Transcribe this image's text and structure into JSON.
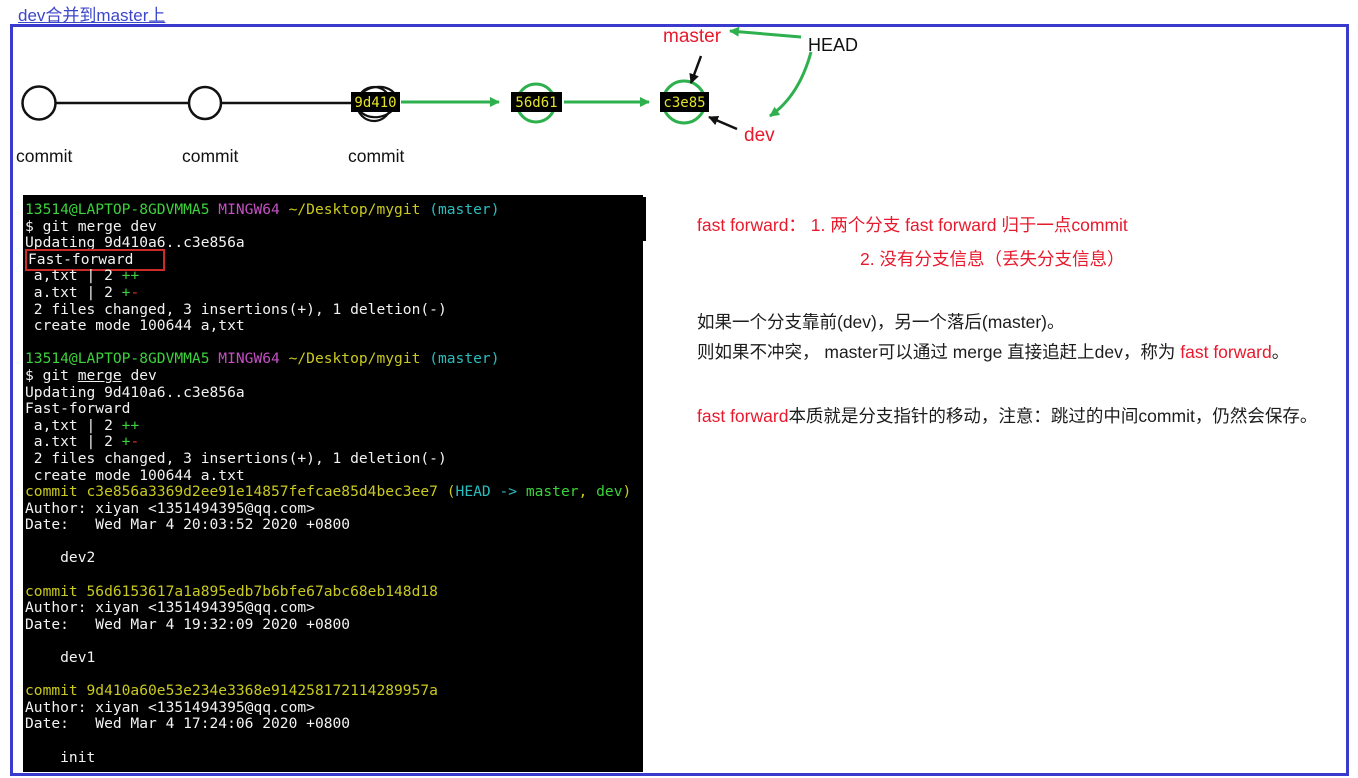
{
  "page": {
    "title": "dev合并到master上"
  },
  "colors": {
    "page_border": "#3a3ace",
    "title_link": "#3c46c8",
    "note_red": "#e8192c",
    "diagram_green": "#2db04d",
    "terminal_background": "#000000",
    "terminal_text": "#f2f2f2",
    "terminal_green": "#3bd23b",
    "terminal_magenta": "#c44fc4",
    "terminal_yellow": "#c9c91f",
    "terminal_cyan": "#2bbdbd",
    "terminal_red": "#e43125",
    "hash_label_bg": "#000000",
    "hash_label_text": "#e3e329",
    "fast_forward_box": "#cd2a2a"
  },
  "diagram": {
    "commit_labels": [
      "commit",
      "commit",
      "commit"
    ],
    "node_hashes": [
      "9d410",
      "56d61",
      "c3e85"
    ],
    "branch_master": "master",
    "branch_dev": "dev",
    "head": "HEAD"
  },
  "terminal": {
    "lines": [
      [
        {
          "t": "13514@LAPTOP-8GDVMMA5 ",
          "c": "green"
        },
        {
          "t": "MINGW64 ",
          "c": "magenta"
        },
        {
          "t": "~/Desktop/mygit ",
          "c": "yellow"
        },
        {
          "t": "(master)",
          "c": "cyan"
        }
      ],
      [
        {
          "t": "$ git merge dev"
        }
      ],
      [
        {
          "t": "Updating 9d410a6..c3e856a"
        }
      ],
      [
        {
          "t": "Fast-forward",
          "box": true
        }
      ],
      [
        {
          "t": " a,txt | 2 "
        },
        {
          "t": "++",
          "c": "green"
        }
      ],
      [
        {
          "t": " a.txt | 2 "
        },
        {
          "t": "+",
          "c": "green"
        },
        {
          "t": "-",
          "c": "red"
        }
      ],
      [
        {
          "t": " 2 files changed, 3 insertions(+), 1 deletion(-)"
        }
      ],
      [
        {
          "t": " create mode 100644 a,txt"
        }
      ],
      [],
      [
        {
          "t": "13514@LAPTOP-8GDVMMA5 ",
          "c": "green"
        },
        {
          "t": "MINGW64 ",
          "c": "magenta"
        },
        {
          "t": "~/Desktop/mygit ",
          "c": "yellow"
        },
        {
          "t": "(master)",
          "c": "cyan"
        }
      ],
      [
        {
          "t": "$ git "
        },
        {
          "t": "merge",
          "u": true
        },
        {
          "t": " dev"
        }
      ],
      [
        {
          "t": "Updating 9d410a6..c3e856a"
        }
      ],
      [
        {
          "t": "Fast-forward"
        }
      ],
      [
        {
          "t": " a,txt | 2 "
        },
        {
          "t": "++",
          "c": "green"
        }
      ],
      [
        {
          "t": " a.txt | 2 "
        },
        {
          "t": "+",
          "c": "green"
        },
        {
          "t": "-",
          "c": "red"
        }
      ],
      [
        {
          "t": " 2 files changed, 3 insertions(+), 1 deletion(-)"
        }
      ],
      [
        {
          "t": " create mode 100644 a.txt"
        }
      ],
      [
        {
          "t": "commit c3e856a3369d2ee91e14857fefcae85d4bec3ee7 (",
          "c": "yellow"
        },
        {
          "t": "HEAD -> ",
          "c": "cyan"
        },
        {
          "t": "master",
          "c": "green"
        },
        {
          "t": ", ",
          "c": "yellow"
        },
        {
          "t": "dev",
          "c": "green"
        },
        {
          "t": ")",
          "c": "yellow"
        }
      ],
      [
        {
          "t": "Author: xiyan <1351494395@qq.com>"
        }
      ],
      [
        {
          "t": "Date:   Wed Mar 4 20:03:52 2020 +0800"
        }
      ],
      [],
      [
        {
          "t": "    dev2"
        }
      ],
      [],
      [
        {
          "t": "commit 56d6153617a1a895edb7b6bfe67abc68eb148d18",
          "c": "yellow"
        }
      ],
      [
        {
          "t": "Author: xiyan <1351494395@qq.com>"
        }
      ],
      [
        {
          "t": "Date:   Wed Mar 4 19:32:09 2020 +0800"
        }
      ],
      [],
      [
        {
          "t": "    dev1"
        }
      ],
      [],
      [
        {
          "t": "commit 9d410a60e53e234e3368e914258172114289957a",
          "c": "yellow"
        }
      ],
      [
        {
          "t": "Author: xiyan <1351494395@qq.com>"
        }
      ],
      [
        {
          "t": "Date:   Wed Mar 4 17:24:06 2020 +0800"
        }
      ],
      [],
      [
        {
          "t": "    init"
        }
      ]
    ]
  },
  "notes": {
    "lines": [
      [
        {
          "t": "fast forward：  1. 两个分支 fast forward 归于一点commit",
          "c": "red"
        }
      ],
      [
        {
          "t": "2. 没有分支信息（丢失分支信息）",
          "c": "red"
        }
      ],
      [
        {
          "t": "如果一个分支靠前(dev)，另一个落后(master)。"
        }
      ],
      [
        {
          "t": "则如果不冲突， master可以通过 merge 直接追赶上dev，称为 "
        },
        {
          "t": "fast forward",
          "c": "red"
        },
        {
          "t": "。"
        }
      ],
      [
        {
          "t": "fast forward",
          "c": "red"
        },
        {
          "t": "本质就是分支指针的移动，注意：跳过的中间commit，仍然会保存。"
        }
      ]
    ]
  }
}
